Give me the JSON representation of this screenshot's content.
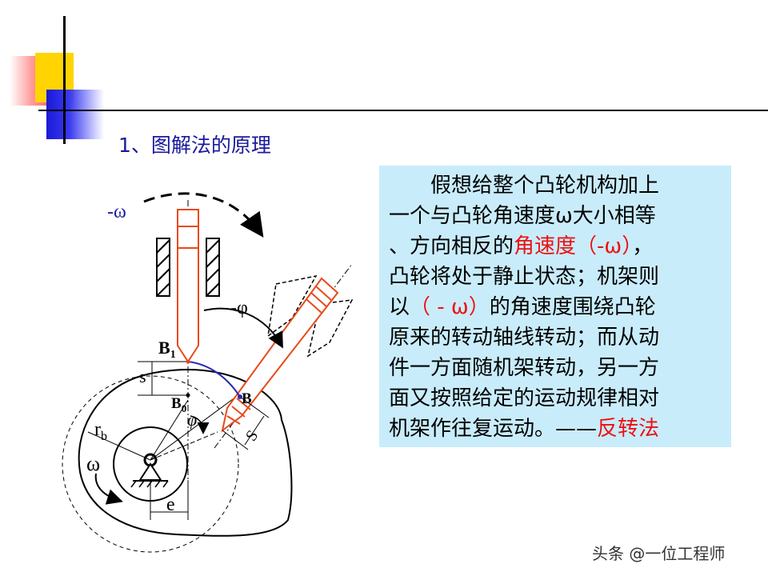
{
  "heading": "1、图解法的原理",
  "explanation": {
    "line1": "　　假想给整个凸轮机构加上",
    "line2_prefix": "一个与凸轮角速度",
    "line2_omega": "ω",
    "line2_suffix": "大小相等",
    "line3_prefix": "、方向相反的",
    "line3_red": "角速度（",
    "line3_red_omega": "-ω",
    "line3_red_close": "）",
    "line3_suffix": "，",
    "line4": "凸轮将处于静止状态；机架则",
    "line5_prefix": "以",
    "line5_red": "（ - ω）",
    "line5_suffix": "的角速度围绕凸轮",
    "line6": "原来的转动轴线转动；而从动",
    "line7": "件一方面随机架转动，另一方",
    "line8": "面又按照给定的运动规律相对",
    "line9_prefix": "机架作往复运动。——",
    "line9_red": "反转法"
  },
  "diagram_labels": {
    "neg_omega": "-ω",
    "neg_phi": "-φ",
    "b1": "B",
    "b1_sub": "1",
    "b0": "B",
    "b0_sub": "0",
    "b": "B",
    "s_left": "s",
    "s_right": "S",
    "phi": "φ",
    "rb": "r",
    "rb_sub": "b",
    "omega": "ω",
    "e": "e"
  },
  "watermark": "头条 @一位工程师",
  "colors": {
    "heading": "#1a1a9c",
    "box_background": "#c9ecfb",
    "highlight": "#ee1010",
    "follower": "#e84a1a",
    "pitch_arc": "#2a2ab0"
  }
}
